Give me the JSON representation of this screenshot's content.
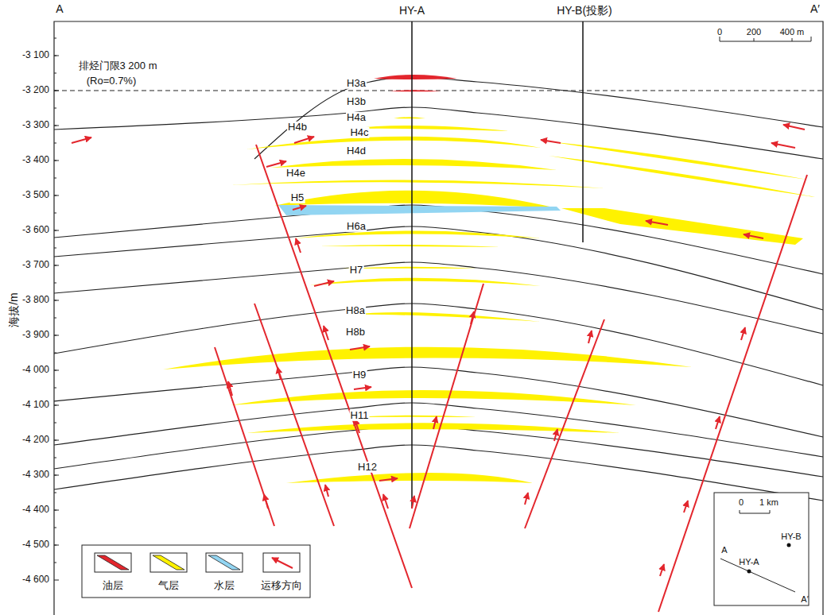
{
  "diagram": {
    "labels": [
      "A",
      "HY-A",
      "HY-B(投影)",
      "A′",
      "0",
      "200",
      "400 m",
      "排烃门限3 200 m",
      "(Ro=0.7%)",
      "-3 100",
      "-3 200",
      "-3 300",
      "-3 400",
      "-3 500",
      "-3 600",
      "-3 700",
      "-3 800",
      "-3 900",
      "-4 000",
      "-4 100",
      "-4 200",
      "-4 300",
      "-4 400",
      "-4 500",
      "-4 600",
      "海拔/m",
      "H3a",
      "H3b",
      "H4a",
      "H4b",
      "H4c",
      "H4d",
      "H4e",
      "H5",
      "H6a",
      "H7",
      "H8a",
      "H8b",
      "H9",
      "H11",
      "H12",
      "0",
      "1 km",
      "HY-B",
      "A",
      "HY-A",
      "A′"
    ],
    "legend": [
      {
        "text": "油层",
        "color": "#e3262d"
      },
      {
        "text": "气层",
        "color": "#fff200"
      },
      {
        "text": "水层",
        "color": "#92d5f2"
      },
      {
        "text": "运移方向"
      }
    ]
  }
}
